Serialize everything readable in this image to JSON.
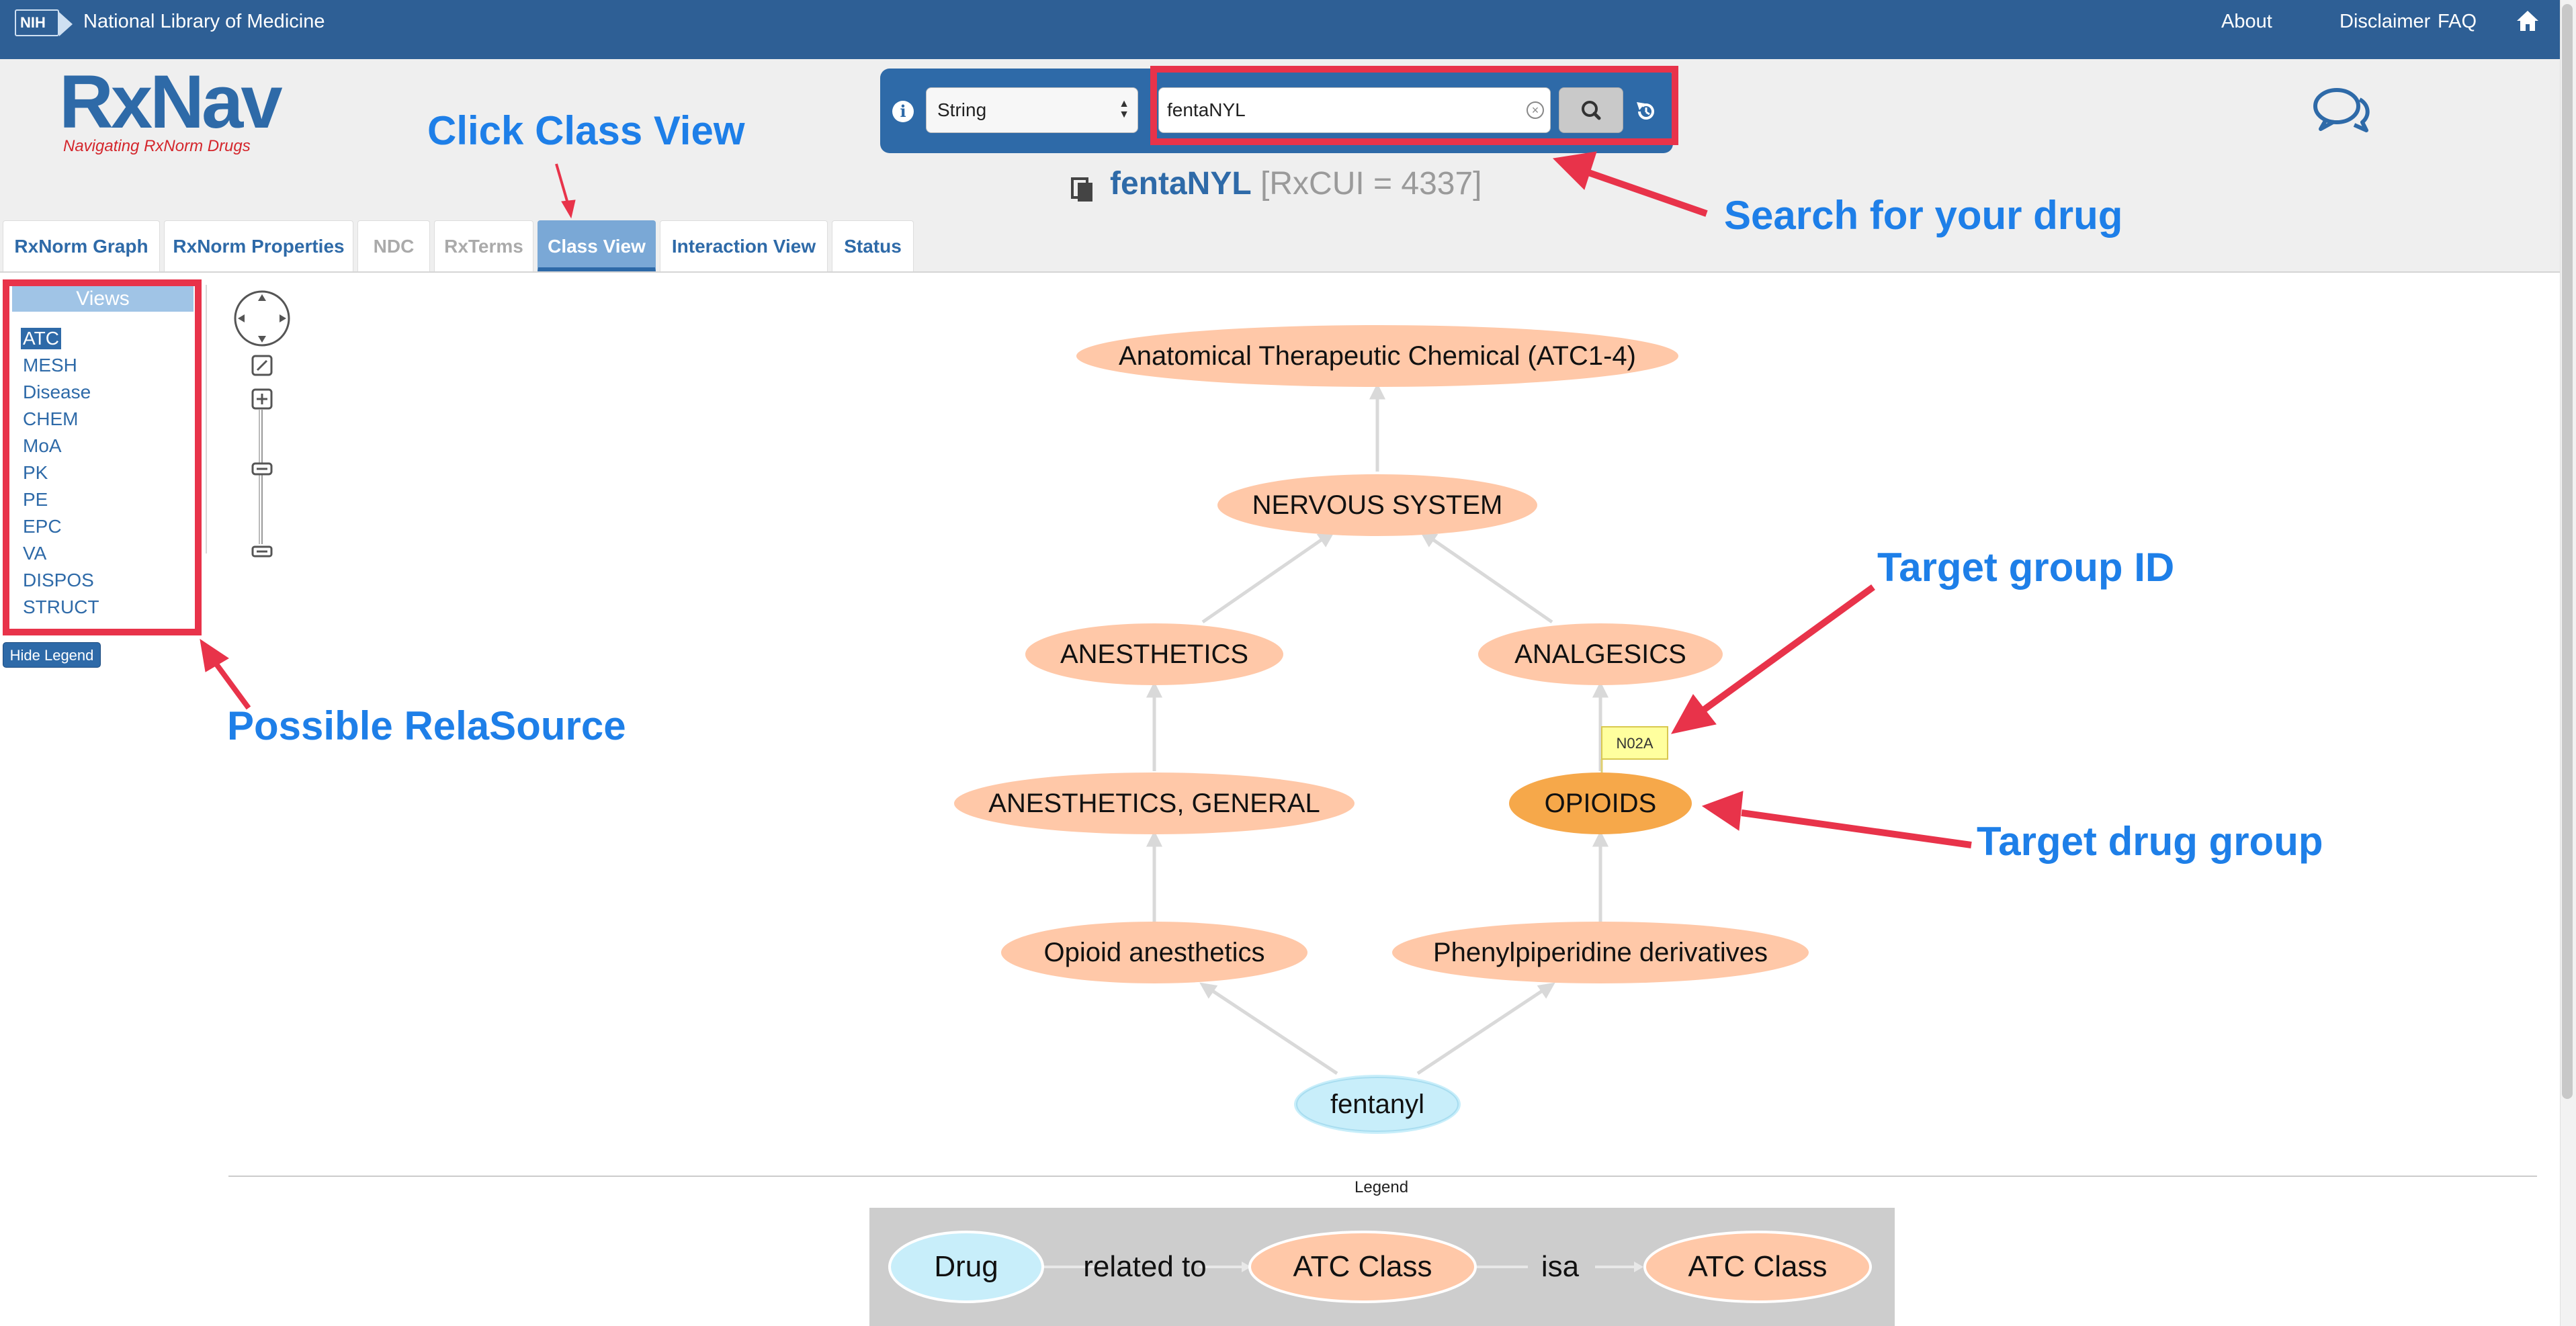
{
  "topbar": {
    "badge": "NIH",
    "title": "National Library of Medicine",
    "links": [
      "About",
      "Disclaimer",
      "FAQ"
    ]
  },
  "logo": {
    "mark": "RxNav",
    "subtitle": "Navigating RxNorm Drugs"
  },
  "search": {
    "type_value": "String",
    "query": "fentaNYL"
  },
  "drug": {
    "name": "fentaNYL",
    "rxcui": "[RxCUI = 4337]"
  },
  "tabs": [
    {
      "label": "RxNorm Graph",
      "state": "normal"
    },
    {
      "label": "RxNorm Properties",
      "state": "normal"
    },
    {
      "label": "NDC",
      "state": "disabled"
    },
    {
      "label": "RxTerms",
      "state": "disabled"
    },
    {
      "label": "Class View",
      "state": "active"
    },
    {
      "label": "Interaction View",
      "state": "normal"
    },
    {
      "label": "Status",
      "state": "normal"
    }
  ],
  "views": {
    "header": "Views",
    "items": [
      "ATC",
      "MESH",
      "Disease",
      "CHEM",
      "MoA",
      "PK",
      "PE",
      "EPC",
      "VA",
      "DISPOS",
      "STRUCT"
    ],
    "selected": "ATC"
  },
  "hide_legend_label": "Hide Legend",
  "graph": {
    "nodes": {
      "atc_root": "Anatomical Therapeutic Chemical (ATC1-4)",
      "nervous": "NERVOUS SYSTEM",
      "anesthetics": "ANESTHETICS",
      "analgesics": "ANALGESICS",
      "anesthetics_general": "ANESTHETICS, GENERAL",
      "opioids": "OPIOIDS",
      "opioid_anesthetics": "Opioid anesthetics",
      "phenylpiperidine": "Phenylpiperidine derivatives",
      "fentanyl": "fentanyl"
    },
    "group_id_tag": "N02A"
  },
  "legend": {
    "caption": "Legend",
    "drug": "Drug",
    "related_to": "related to",
    "class1": "ATC Class",
    "isa": "isa",
    "class2": "ATC Class"
  },
  "annotations": {
    "click_class_view": "Click Class View",
    "search_for_drug": "Search for your drug",
    "target_group_id": "Target group ID",
    "target_drug_group": "Target drug group",
    "possible_relasource": "Possible RelaSource"
  },
  "colors": {
    "nav_blue": "#2e5f95",
    "link_blue": "#2e6aa8",
    "class_node": "#ffc8a8",
    "target_node": "#f6a84a",
    "drug_node": "#c8eefa",
    "annotation_red": "#e8334a",
    "annotation_blue": "#1e7fe8",
    "tag_yellow": "#ffff9e"
  },
  "icons": [
    "nih-badge-icon",
    "home-icon",
    "info-icon",
    "clear-icon",
    "search-icon",
    "reset-icon",
    "copy-icon",
    "chat-icon",
    "pan-control-icon",
    "fit-icon",
    "zoom-in-icon",
    "zoom-out-icon"
  ]
}
